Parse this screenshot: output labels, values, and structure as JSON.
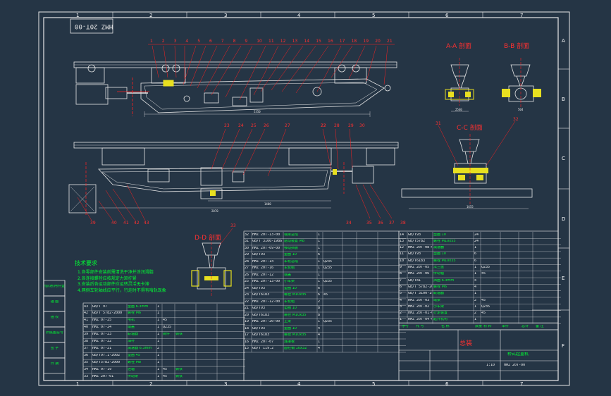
{
  "drawing": {
    "code_box": "HMZ 20T-00",
    "title_cn": "总装",
    "product_name": "桥式起重机",
    "drawing_no": "HMZ 20T-00",
    "scale": "1:10"
  },
  "column_zones": [
    "1",
    "2",
    "3",
    "4",
    "5",
    "6",
    "7"
  ],
  "row_zones": [
    "A",
    "B",
    "C",
    "D",
    "E",
    "F"
  ],
  "section_labels": {
    "aa": "A-A 剖面",
    "bb": "B-B 剖面",
    "cc": "C-C 剖面",
    "dd": "D-D 剖面"
  },
  "balloons_top": [
    "1",
    "2",
    "3",
    "4",
    "5",
    "6",
    "7",
    "8",
    "9",
    "10",
    "11",
    "12",
    "13",
    "14",
    "15",
    "16",
    "17",
    "18",
    "19",
    "20",
    "21"
  ],
  "balloons_mid": [
    "23",
    "24",
    "25",
    "26",
    "27",
    "22",
    "28",
    "29",
    "30"
  ],
  "balloons_bottom": [
    "39",
    "40",
    "41",
    "42",
    "43",
    "34",
    "35",
    "36",
    "37",
    "38"
  ],
  "balloons_side": [
    "22",
    "33",
    "31",
    "32"
  ],
  "dimensions": [
    "5350",
    "1400",
    "2070",
    "1655",
    "2540",
    "504"
  ],
  "tech_requirements": {
    "heading": "技术要求",
    "items": [
      "1.各零部件安装前需清洗干净并涂润滑脂",
      "2.各连接螺栓应按规定力矩拧紧",
      "3.安装后各运动部件应运转灵活无卡滞",
      "4.两侧车轮轴线应平行，行走时不得有啃轨现象"
    ]
  },
  "side_stamps": [
    "借(通)用件登记",
    "描 图",
    "描 校",
    "旧底图总号",
    "签 字",
    "日 期"
  ],
  "bom_left": [
    [
      "43",
      "GB/T 97",
      "垫圈 6.3mm",
      "1",
      "",
      ""
    ],
    [
      "42",
      "GB/T 5782-2000",
      "螺栓 M6",
      "1",
      "",
      ""
    ],
    [
      "41",
      "HMZ 07-25",
      "电机",
      "1",
      "45",
      ""
    ],
    [
      "40",
      "HMZ 07-24",
      "端盖",
      "1",
      "Q235",
      ""
    ],
    [
      "39",
      "HMZ 07-23",
      "联轴器",
      "1",
      "铸件",
      "铸铁"
    ],
    [
      "38",
      "HMZ 07-22",
      "油杯",
      "1",
      "",
      ""
    ],
    [
      "37",
      "HMZ 07-21",
      "减速器 6.3mm",
      "2",
      "",
      ""
    ],
    [
      "36",
      "GB/T97.1-2002",
      "垫圈 45",
      "1",
      "",
      ""
    ],
    [
      "35",
      "GB/T5782-2000",
      "螺栓 M8",
      "1",
      "",
      ""
    ],
    [
      "34",
      "HMZ 07-19",
      "连轴",
      "1",
      "45",
      "铸铁"
    ],
    [
      "33",
      "HMZ 207-01",
      "传动架",
      "1",
      "45",
      "铸铁"
    ]
  ],
  "bom_mid": [
    [
      "32",
      "HMZ 20T-13-00",
      "端梁总成",
      "1",
      "",
      ""
    ],
    [
      "31",
      "GB/T 3100-1986",
      "驱动装置 M8",
      "1",
      "",
      ""
    ],
    [
      "30",
      "HMZ 20T-09-00",
      "移动挡板",
      "1",
      "",
      ""
    ],
    [
      "29",
      "GB/T93",
      "垫圈 10",
      "6",
      "",
      ""
    ],
    [
      "28",
      "HMZ 20T-14",
      "车轮总成",
      "1",
      "Q235",
      ""
    ],
    [
      "27",
      "HMZ 20T-16",
      "车轮组",
      "1",
      "Q235",
      ""
    ],
    [
      "26",
      "HMZ 20T-12",
      "端盖",
      "1",
      "",
      ""
    ],
    [
      "25",
      "HMZ 20T-13-00",
      "小车架",
      "1",
      "Q235",
      ""
    ],
    [
      "24",
      "GB/T93",
      "垫圈 10",
      "6",
      "",
      ""
    ],
    [
      "23",
      "GB/T6183",
      "螺栓 M10x35",
      "6",
      "45",
      ""
    ],
    [
      "22",
      "HMZ 20T-12-00",
      "车轮组",
      "2",
      "",
      ""
    ],
    [
      "21",
      "GB/T93",
      "垫圈 10",
      "8",
      "",
      ""
    ],
    [
      "20",
      "GB/T6183",
      "螺栓 M10x35",
      "8",
      "",
      ""
    ],
    [
      "19",
      "HMZ 20T-20-00",
      "主梁",
      "1",
      "Q235",
      ""
    ],
    [
      "18",
      "GB/T93",
      "垫圈 10",
      "4",
      "",
      ""
    ],
    [
      "17",
      "GB/T6183",
      "螺栓 M10x35",
      "4",
      "",
      ""
    ],
    [
      "16",
      "HMZ 20T-07",
      "连接板",
      "1",
      "",
      ""
    ],
    [
      "15",
      "GB/T 119.2",
      "圆柱销 10x32",
      "4",
      "",
      ""
    ]
  ],
  "bom_right": [
    [
      "14",
      "GB/T93",
      "垫圈 10",
      "24",
      "",
      ""
    ],
    [
      "13",
      "GB/T5782",
      "螺栓 M10x55",
      "24",
      "",
      ""
    ],
    [
      "12",
      "HMZ 20T-08-00",
      "减速器",
      "1",
      "",
      ""
    ],
    [
      "11",
      "GB/T93",
      "垫圈 10",
      "6",
      "",
      ""
    ],
    [
      "10",
      "GB/T6183",
      "螺栓 M10x35",
      "6",
      "",
      ""
    ],
    [
      "9",
      "HMZ 20T-05",
      "法兰盘",
      "1",
      "Q235",
      ""
    ],
    [
      "8",
      "HMZ 20T-06",
      "传动轴",
      "1",
      "45",
      ""
    ],
    [
      "7",
      "GB/T81",
      "挡圈 6.3mm",
      "4",
      "",
      ""
    ],
    [
      "6",
      "GB/T 5782-2000",
      "螺栓 M6",
      "4",
      "",
      ""
    ],
    [
      "5",
      "GB/T 3100-1986",
      "联轴器",
      "1",
      "",
      ""
    ],
    [
      "4",
      "HMZ 20T-03",
      "端梁",
      "2",
      "45",
      ""
    ],
    [
      "3",
      "HMZ 20T-02",
      "小车架",
      "1",
      "Q235",
      ""
    ],
    [
      "2",
      "HMZ 20T-01-00",
      "行走装置",
      "2",
      "45",
      ""
    ],
    [
      "1",
      "HMZ 20T-04-00",
      "起升机构",
      "1",
      "",
      ""
    ]
  ],
  "bom_header": [
    "序号",
    "代 号",
    "名 称",
    "数量",
    "材 料",
    "单件",
    "总计",
    "备 注"
  ]
}
